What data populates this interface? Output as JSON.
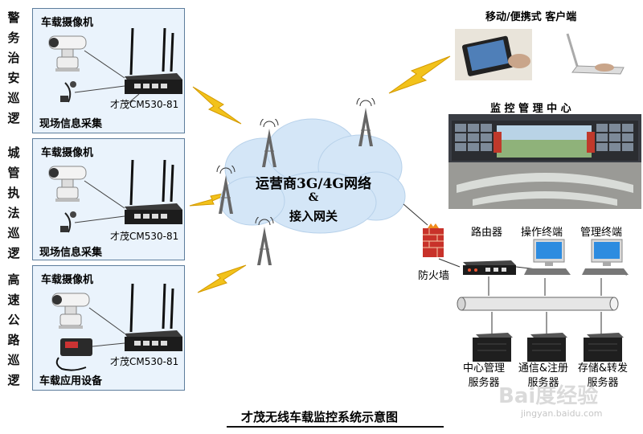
{
  "side_labels": [
    {
      "text": "警务治安巡逻"
    },
    {
      "text": "城管执法巡逻"
    },
    {
      "text": "高速公路巡逻"
    }
  ],
  "panels": [
    {
      "camera_label": "车载摄像机",
      "router_label": "才茂CM530-81",
      "bottom_label": "现场信息采集"
    },
    {
      "camera_label": "车载摄像机",
      "router_label": "才茂CM530-81",
      "bottom_label": "现场信息采集"
    },
    {
      "camera_label": "车载摄像机",
      "router_label": "才茂CM530-81",
      "bottom_label": "车载应用设备"
    }
  ],
  "cloud": {
    "line1": "运营商3G/4G网络",
    "line2": "&",
    "line3": "接入网关"
  },
  "mobile_client": {
    "title": "移动/便携式 客户端"
  },
  "monitor_center": {
    "title": "监 控 管 理 中 心"
  },
  "network": {
    "firewall": "防火墙",
    "router": "路由器",
    "op_terminal": "操作终端",
    "mgmt_terminal": "管理终端"
  },
  "servers": [
    {
      "line1": "中心管理",
      "line2": "服务器"
    },
    {
      "line1": "通信&注册",
      "line2": "服务器"
    },
    {
      "line1": "存储&转发",
      "line2": "服务器"
    }
  ],
  "caption": "才茂无线车载监控系统示意图",
  "watermark": {
    "brand": "Bai度经验",
    "url": "jingyan.baidu.com"
  },
  "colors": {
    "panel_bg": "#eaf3fc",
    "panel_border": "#5d7d9c",
    "lightning": "#f2c21b",
    "cloud": "#cfe3f6",
    "firewall": "#c8322a"
  }
}
